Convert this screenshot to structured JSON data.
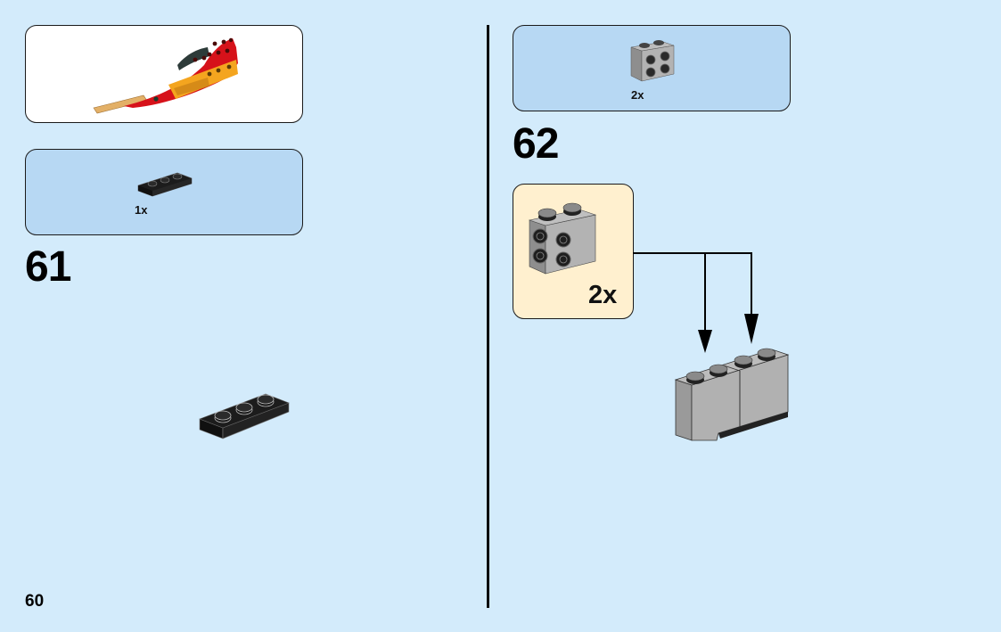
{
  "page": {
    "page_number": "60",
    "background_color": "#d3ebfb"
  },
  "left": {
    "assembly_preview": {
      "description": "red-and-orange-model-preview"
    },
    "step_61": {
      "step_number": "61",
      "parts_callout": {
        "items": [
          {
            "part": "black-plate-1x3",
            "quantity": "1x",
            "color": "#1a1a1a"
          }
        ]
      },
      "instruction_part": "black-plate-1x3"
    }
  },
  "right": {
    "parts_callout": {
      "items": [
        {
          "part": "light-gray-brick-1x2-with-studs-on-side",
          "quantity": "2x",
          "color": "#a7a8aa"
        }
      ]
    },
    "step_62": {
      "step_number": "62",
      "sub_callout": {
        "part": "light-gray-brick-1x2-with-studs-on-side",
        "quantity": "2x"
      },
      "arrows": 2,
      "result": "two-light-gray-bricks-side-by-side"
    }
  },
  "colors": {
    "callout_blue": "#b7d8f3",
    "callout_cream": "#fff0cf",
    "brick_gray": "#a7a8aa",
    "plate_black": "#1c1c1c",
    "model_red": "#d6121a",
    "model_orange": "#f4a51f"
  }
}
